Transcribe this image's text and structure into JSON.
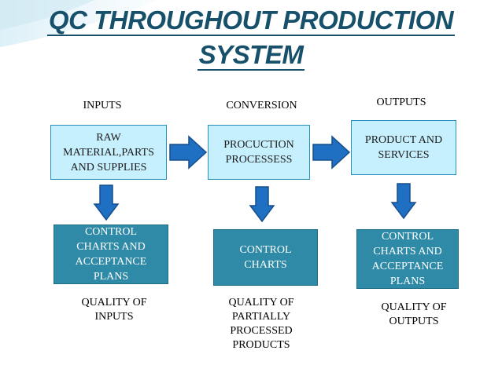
{
  "title": {
    "line1": "QC THROUGHOUT PRODUCTION",
    "line2": "SYSTEM"
  },
  "columns": [
    {
      "header": "INPUTS",
      "process": "RAW MATERIAL,PARTS AND SUPPLIES",
      "control": "CONTROL CHARTS AND ACCEPTANCE PLANS",
      "quality": "QUALITY OF INPUTS"
    },
    {
      "header": "CONVERSION",
      "process": "PROCUCTION PROCESSESS",
      "control": "CONTROL CHARTS",
      "quality": "QUALITY OF PARTIALLY PROCESSED PRODUCTS"
    },
    {
      "header": "OUTPUTS",
      "process": "PRODUCT AND SERVICES",
      "control": "CONTROL CHARTS AND ACCEPTANCE PLANS",
      "quality": "QUALITY OF OUTPUTS"
    }
  ],
  "colors": {
    "title": "#17506a",
    "process_box": "#c7f0ff",
    "control_box": "#2e8aa6",
    "arrow": "#1f6fc2"
  }
}
